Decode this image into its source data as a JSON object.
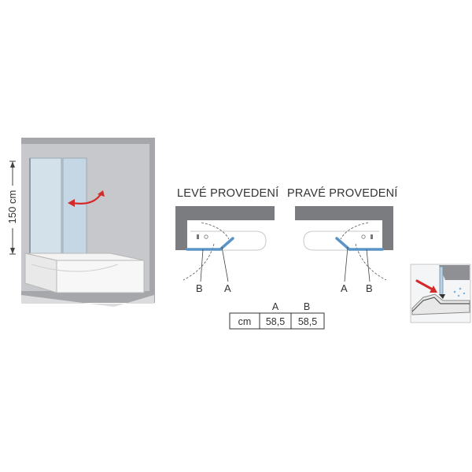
{
  "left_variant_title": "LEVÉ PROVEDENÍ",
  "right_variant_title": "PRAVÉ PROVEDENÍ",
  "height_dimension": "150 cm",
  "left_plan_labels": {
    "b": "B",
    "a": "A"
  },
  "right_plan_labels": {
    "a": "A",
    "b": "B"
  },
  "table": {
    "unit": "cm",
    "headers": [
      "A",
      "B"
    ],
    "values": [
      "58,5",
      "58,5"
    ]
  },
  "colors": {
    "wall": "#a5a6aa",
    "glass": "#c8dbe8",
    "panel_line": "#5b95c8",
    "arrow": "#d42a2a"
  }
}
